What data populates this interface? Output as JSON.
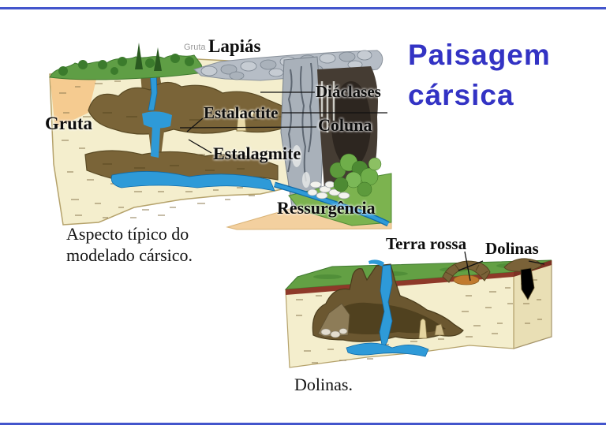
{
  "slide": {
    "title": {
      "line1": "Paisagem",
      "line2": "cársica",
      "color": "#3333c4"
    },
    "border_line_color": "#4355cc"
  },
  "main_diagram": {
    "description": "karst landscape cross-section",
    "labels": {
      "gruta_small": "Gruta",
      "lapias": "Lapiás",
      "diaclases": "Diáclases",
      "estalactite": "Estalactite",
      "gruta": "Gruta",
      "coluna": "Coluna",
      "estalagmite": "Estalagmite",
      "ressurgencia": "Ressurgência"
    },
    "caption": "Aspecto típico do modelado cársico."
  },
  "dolinas_diagram": {
    "description": "dolinas cross-section block",
    "labels": {
      "terra_rossa": "Terra rossa",
      "dolinas": "Dolinas"
    },
    "caption": "Dolinas."
  }
}
